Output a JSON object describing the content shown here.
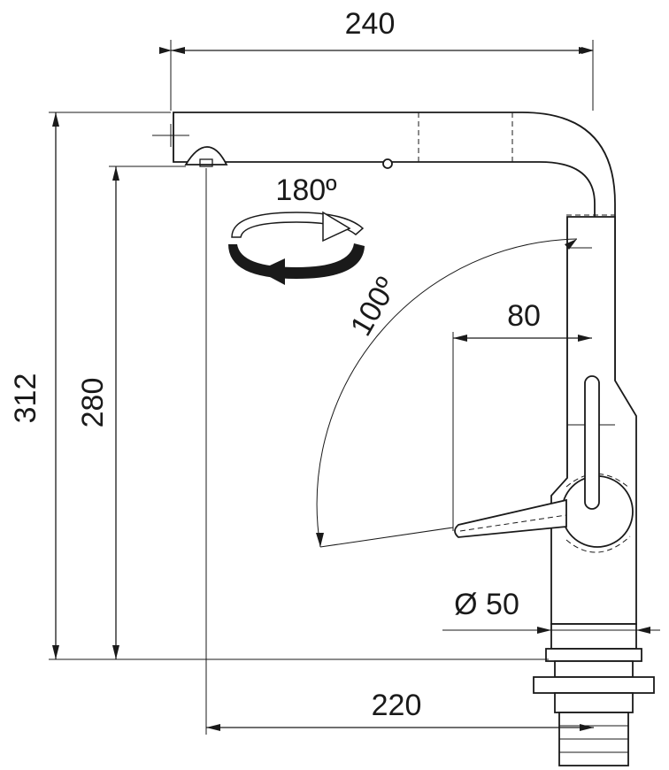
{
  "drawing": {
    "subject": "kitchen-faucet-dimension-drawing",
    "line_color": "#1a1a1a",
    "background": "#ffffff"
  },
  "dimensions": {
    "width_total": "240",
    "height_total": "312",
    "height_spout": "280",
    "reach": "220",
    "lever_offset": "80",
    "base_diameter": "Ø 50",
    "rotation": "180º",
    "lever_angle": "100º"
  }
}
